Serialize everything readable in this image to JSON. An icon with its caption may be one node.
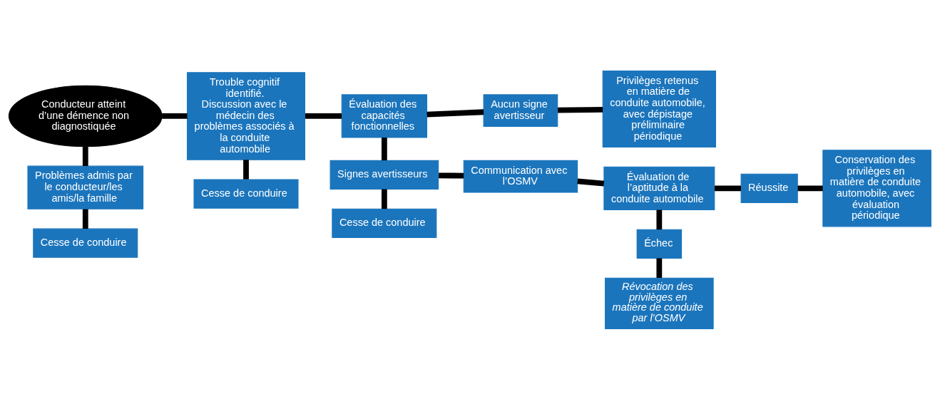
{
  "diagram": {
    "nodes": [
      {
        "text": [
          "Conducteur atteint d’une démence non diagnostiquée"
        ]
      },
      {
        "text": [
          "Problèmes admis par le conducteur/les amis/la famille"
        ]
      },
      {
        "text": [
          "Cesse de conduire"
        ]
      },
      {
        "text": [
          "Trouble cognitif identifié. Discussion avec le médecin des problèmes associés à la conduite automobile"
        ]
      },
      {
        "text": [
          "Cesse de conduire"
        ]
      },
      {
        "text": [
          "Évaluation des capacités fonctionnelles"
        ]
      },
      {
        "text": [
          "Aucun signe avertisseur"
        ]
      },
      {
        "text": [
          "Privilèges retenus en matière de conduite automobile, avec dépistage préliminaire périodique"
        ]
      },
      {
        "text": [
          "Signes avertisseurs"
        ]
      },
      {
        "text": [
          "Cesse de conduire"
        ]
      },
      {
        "text": [
          "Communication avec l’OSMV"
        ]
      },
      {
        "text": [
          "Évaluation de l’aptitude à la conduite automobile"
        ]
      },
      {
        "text": [
          "Échec"
        ]
      },
      {
        "text": [
          "Révocation des privilèges en matière de conduite par l’OSMV"
        ]
      },
      {
        "text": [
          "Réussite"
        ]
      },
      {
        "text": [
          "Conservation des privilèges en matière de conduite automobile, avec évaluation périodique"
        ]
      }
    ],
    "edges": [
      {
        "from": 0,
        "to": 1,
        "arrow": "none"
      },
      {
        "from": 1,
        "to": 2,
        "arrow": "none"
      },
      {
        "from": 0,
        "to": 3,
        "arrow": "none"
      },
      {
        "from": 3,
        "to": 4,
        "arrow": "none"
      },
      {
        "from": 3,
        "to": 5,
        "arrow": "none"
      },
      {
        "from": 5,
        "to": 6,
        "arrow": "none"
      },
      {
        "from": 6,
        "to": 7,
        "arrow": "none"
      },
      {
        "from": 5,
        "to": 8,
        "arrow": "none"
      },
      {
        "from": 8,
        "to": 9,
        "arrow": "none"
      },
      {
        "from": 8,
        "to": 10,
        "arrow": "none"
      },
      {
        "from": 10,
        "to": 11,
        "arrow": "none"
      },
      {
        "from": 11,
        "to": 12,
        "arrow": "none"
      },
      {
        "from": 12,
        "to": 13,
        "arrow": "none"
      },
      {
        "from": 11,
        "to": 14,
        "arrow": "none"
      },
      {
        "from": 14,
        "to": 15,
        "arrow": "none"
      }
    ]
  }
}
